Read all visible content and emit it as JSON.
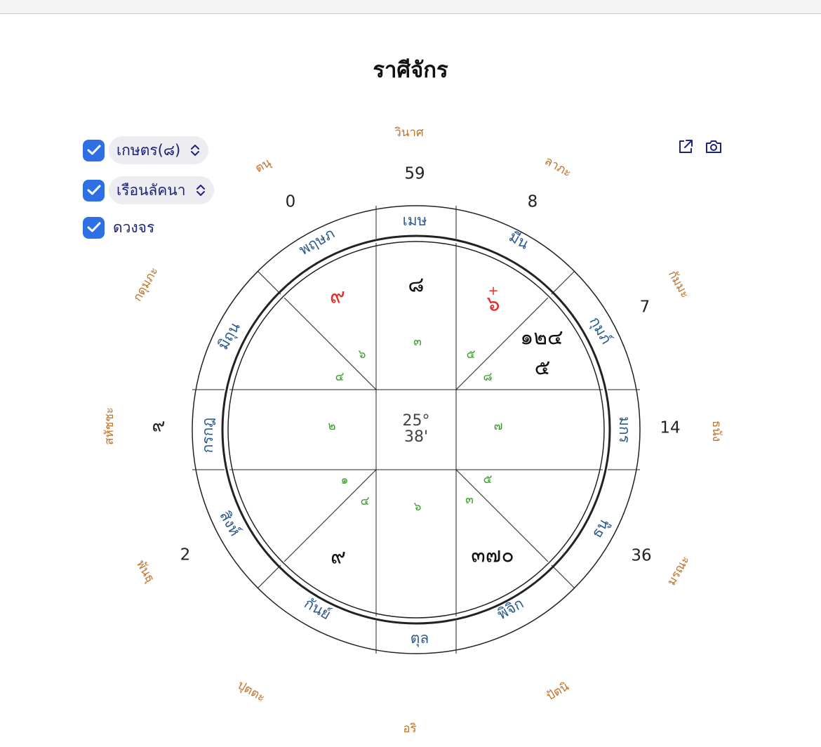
{
  "window": {
    "title": "ราศีจักร"
  },
  "controls": {
    "kaset": {
      "checked": true,
      "value": "เกษตร(๘)"
    },
    "ruean": {
      "checked": true,
      "value": "เรือนลัคนา"
    },
    "duangjon": {
      "checked": true,
      "label": "ดวงจร"
    }
  },
  "toolbar": {
    "open_icon": "external-link-icon",
    "camera_icon": "camera-icon"
  },
  "chart": {
    "center_degree": "25°",
    "center_minute": "38'",
    "houses": [
      {
        "key": "top",
        "label": "วินาศ"
      },
      {
        "key": "top-right",
        "label": "ลาภะ"
      },
      {
        "key": "right-upper",
        "label": "กัมมะ"
      },
      {
        "key": "right",
        "label": "ธนัง"
      },
      {
        "key": "right-lower",
        "label": "มรณะ"
      },
      {
        "key": "bottom-right",
        "label": "ปัตนิ"
      },
      {
        "key": "bottom",
        "label": "อริ"
      },
      {
        "key": "bottom-left",
        "label": "ปุตตะ"
      },
      {
        "key": "left-lower",
        "label": "พันธุ"
      },
      {
        "key": "left",
        "label": "สหัชชะ"
      },
      {
        "key": "left-upper",
        "label": "กดุมภะ"
      },
      {
        "key": "top-left",
        "label": "ตนุ"
      }
    ],
    "signs": [
      {
        "key": "top",
        "label": "เมษ"
      },
      {
        "key": "top-right",
        "label": "มีน"
      },
      {
        "key": "right-upper",
        "label": "กุมภ์"
      },
      {
        "key": "right",
        "label": "มกร"
      },
      {
        "key": "right-lower",
        "label": "ธนู"
      },
      {
        "key": "bottom-right",
        "label": "พิจิก"
      },
      {
        "key": "bottom",
        "label": "ตุล"
      },
      {
        "key": "bottom-left",
        "label": "กันย์"
      },
      {
        "key": "left-lower",
        "label": "สิงห์"
      },
      {
        "key": "left",
        "label": "กรกฎ"
      },
      {
        "key": "left-upper",
        "label": "มิถุน"
      },
      {
        "key": "top-left",
        "label": "พฤษภ"
      }
    ],
    "outer_numbers": [
      {
        "key": "top",
        "label": "59"
      },
      {
        "key": "top-right",
        "label": "8"
      },
      {
        "key": "right-upper",
        "label": "7"
      },
      {
        "key": "right",
        "label": "14"
      },
      {
        "key": "right-lower",
        "label": "36"
      },
      {
        "key": "left-lower",
        "label": "2"
      },
      {
        "key": "left",
        "label": "๙"
      },
      {
        "key": "top-left",
        "label": "0"
      }
    ],
    "planets": [
      {
        "key": "top",
        "label": "๘",
        "color": "#111111"
      },
      {
        "key": "top-left",
        "label": "๙",
        "color": "#e03030"
      },
      {
        "key": "top-right",
        "label": "๖",
        "color": "#e03030",
        "mark": "+"
      },
      {
        "key": "right-upper-a",
        "label": "๑๒๔",
        "color": "#111111"
      },
      {
        "key": "right-upper-b",
        "label": "๕",
        "color": "#111111"
      },
      {
        "key": "bottom-left",
        "label": "๙",
        "color": "#111111"
      },
      {
        "key": "bottom-right",
        "label": "๓๗๐",
        "color": "#111111"
      }
    ],
    "small_numbers": [
      {
        "key": "top",
        "label": "๓"
      },
      {
        "key": "top-left-a",
        "label": "๖"
      },
      {
        "key": "top-left-b",
        "label": "๔"
      },
      {
        "key": "top-right-a",
        "label": "๕"
      },
      {
        "key": "top-right-b",
        "label": "๘"
      },
      {
        "key": "left",
        "label": "๒"
      },
      {
        "key": "right",
        "label": "๗"
      },
      {
        "key": "bottom-left-a",
        "label": "๑"
      },
      {
        "key": "bottom-left-b",
        "label": "๔"
      },
      {
        "key": "bottom",
        "label": "๖"
      },
      {
        "key": "bottom-right-a",
        "label": "๕"
      },
      {
        "key": "bottom-right-b",
        "label": "๓"
      }
    ],
    "colors": {
      "house_label": "#c0722a",
      "sign_label": "#2c5a8c",
      "small_number": "#3ca02c",
      "planet_default": "#111111",
      "planet_highlight": "#e03030"
    }
  }
}
